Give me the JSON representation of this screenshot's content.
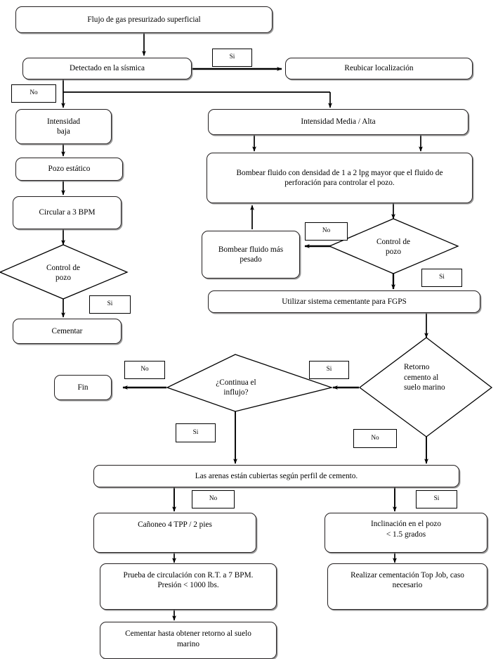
{
  "diagram": {
    "title": "Flujo de gas presurizado superficial - diagrama de flujo",
    "language": "es",
    "stroke_color": "#231f20",
    "shadow_color": "#787878",
    "background": "#ffffff"
  },
  "nodes": {
    "start": {
      "label": "Flujo de gas presurizado superficial",
      "shape": "process"
    },
    "detectado": {
      "label": "Detectado en la sísmica",
      "shape": "process"
    },
    "reubicar": {
      "label": "Reubicar localización",
      "shape": "process"
    },
    "intensidad_baja": {
      "label": "Intensidad\nbaja",
      "line1": "Intensidad",
      "line2": "baja",
      "shape": "process"
    },
    "intensidad_media": {
      "label": "Intensidad Media / Alta",
      "shape": "process"
    },
    "pozo_estatico": {
      "label": "Pozo estático",
      "shape": "process"
    },
    "circular": {
      "label": "Circular a 3 BPM",
      "shape": "process"
    },
    "bombear_fluido": {
      "line1": "Bombear fluido con densidad de 1 a 2 lpg mayor que el fluido de",
      "line2": "perforación para controlar el pozo.",
      "shape": "process"
    },
    "control_pozo_izq": {
      "line1": "Control de",
      "line2": "pozo",
      "shape": "decision"
    },
    "control_pozo_der": {
      "line1": "Control de",
      "line2": "pozo",
      "shape": "decision"
    },
    "bombear_pesado": {
      "line1": "Bombear fluido más",
      "line2": "pesado",
      "shape": "process"
    },
    "cementar": {
      "label": "Cementar",
      "shape": "process"
    },
    "utilizar_sistema": {
      "label": "Utilizar sistema cementante para FGPS",
      "shape": "process"
    },
    "retorno_cemento": {
      "line1": "Retorno",
      "line2": "cemento    al",
      "line3": "suelo marino",
      "shape": "decision"
    },
    "continua_influjo": {
      "line1": "¿Continua el",
      "line2": "influjo?",
      "shape": "decision"
    },
    "fin": {
      "label": "Fin",
      "shape": "process"
    },
    "arenas": {
      "label": "Las arenas están cubiertas según perfil de cemento.",
      "shape": "process"
    },
    "canoneo": {
      "label": "Cañoneo 4 TPP / 2 pies",
      "shape": "process"
    },
    "inclinacion": {
      "line1": "Inclinación en el pozo",
      "line2": "< 1.5 grados",
      "shape": "process"
    },
    "prueba": {
      "line1": "Prueba de circulación con R.T. a 7 BPM.",
      "line2": "Presión < 1000 lbs.",
      "shape": "process"
    },
    "top_job": {
      "line1": "Realizar cementación Top Job, caso",
      "line2": "necesario",
      "shape": "process"
    },
    "cementar_retorno": {
      "line1": "Cementar hasta obtener retorno al suelo",
      "line2": "marino",
      "shape": "process"
    }
  },
  "edge_labels": {
    "si_detectado": "Si",
    "no_detectado": "No",
    "no_control_der": "No",
    "si_control_der": "Si",
    "si_control_izq": "Si",
    "no_influjo": "No",
    "si_influjo": "Si",
    "si_retorno": "Si",
    "no_retorno": "No",
    "no_arenas": "No",
    "si_arenas": "Si"
  }
}
